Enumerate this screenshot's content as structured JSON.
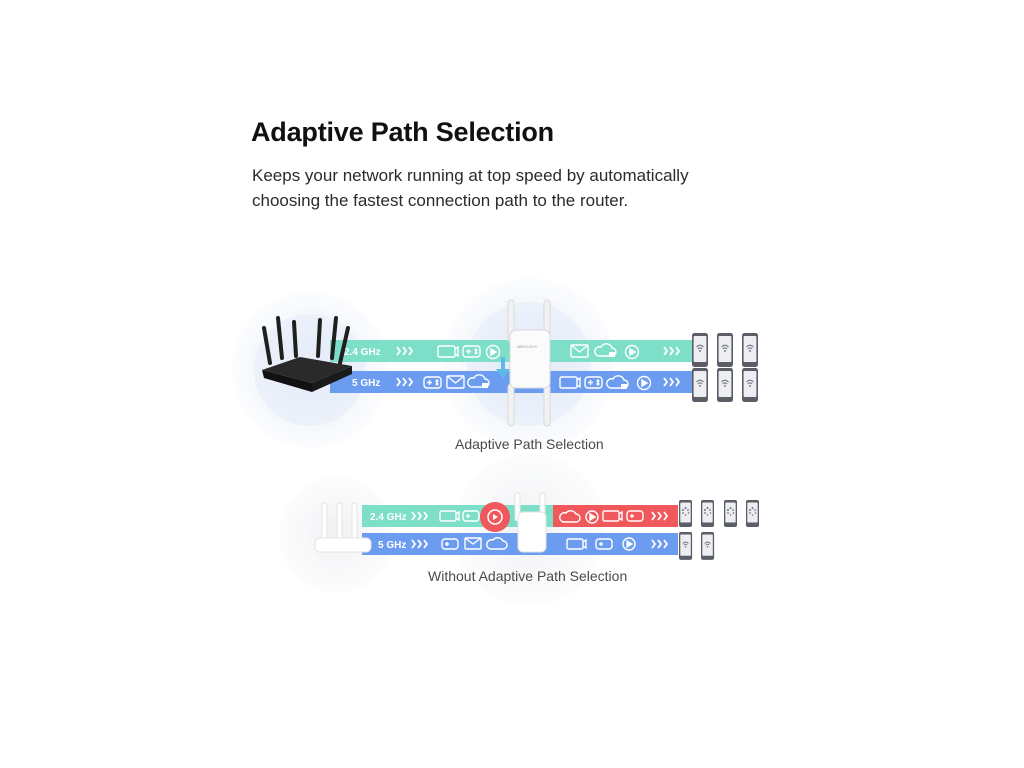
{
  "heading": {
    "title": "Adaptive Path Selection",
    "subtitle": "Keeps your network running at top speed by automatically choosing the fastest connection path to the router."
  },
  "diagram_with": {
    "caption": "Adaptive Path Selection",
    "band_24": "2.4 GHz",
    "band_5": "5 GHz",
    "extender_brand": "MERCUSYS"
  },
  "diagram_without": {
    "caption": "Without Adaptive Path Selection",
    "band_24": "2.4 GHz",
    "band_5": "5 GHz"
  },
  "colors": {
    "teal": "#7ddfc8",
    "blue": "#6c9cf0",
    "red": "#f0585c",
    "halo": "#eef3fb",
    "router_dark": "#1f1f1f",
    "device_gray": "#5b5e66"
  }
}
